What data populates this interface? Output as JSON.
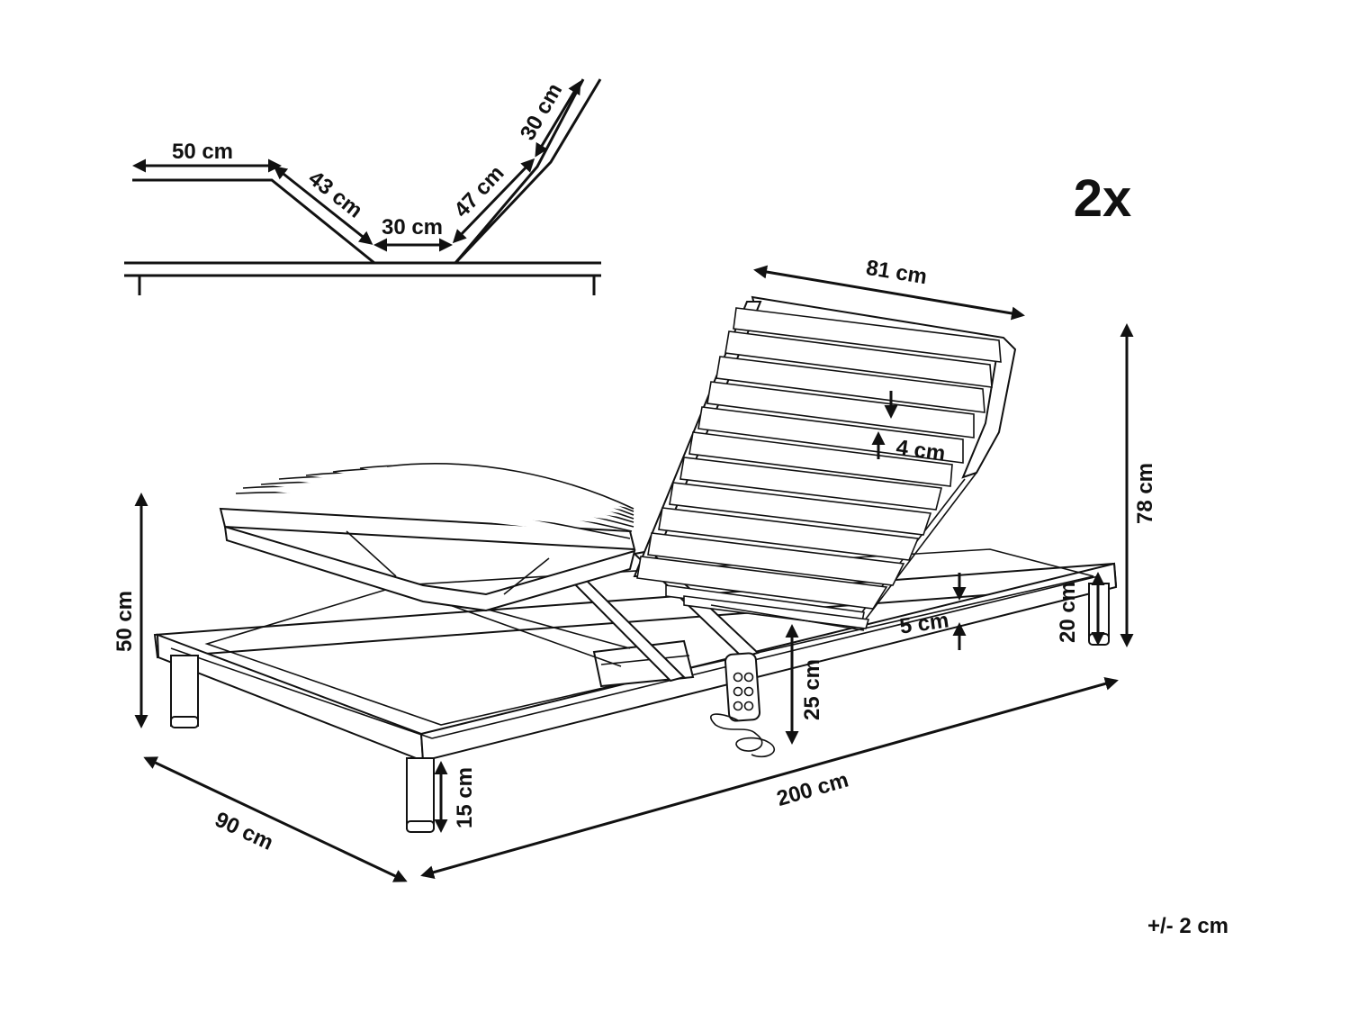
{
  "quantity_label": "2x",
  "tolerance_label": "+/- 2 cm",
  "profile_dimensions": {
    "leg_section": "50 cm",
    "knee_section": "43 cm",
    "seat_section": "30 cm",
    "back_section": "47 cm",
    "head_section": "30 cm"
  },
  "bed_dimensions": {
    "backrest_width": "81 cm",
    "slat_spacing": "4 cm",
    "slat_gap_to_frame": "5 cm",
    "total_height_raised": "78 cm",
    "foot_height": "50 cm",
    "frame_height": "25 cm",
    "side_height": "20 cm",
    "leg_height": "15 cm",
    "width": "90 cm",
    "length": "200 cm"
  },
  "colors": {
    "ink": "#111111",
    "background": "#ffffff"
  }
}
